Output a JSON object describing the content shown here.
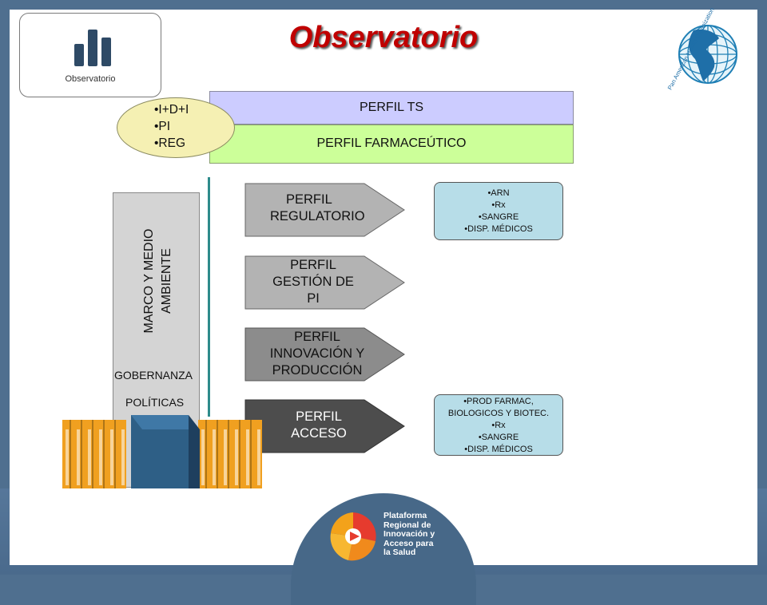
{
  "slide": {
    "title": "Observatorio",
    "icon_box": {
      "label": "Observatorio",
      "icon": "bar-chart-icon"
    },
    "paho_logo": {
      "text": "Pan American Health Organization",
      "icon": "paho-globe-logo"
    }
  },
  "top_bars": {
    "perfil_ts": "PERFIL TS",
    "perfil_farmaceutico": "PERFIL FARMACEÚTICO"
  },
  "ellipse": {
    "items": [
      "•I+D+I",
      "•PI",
      "•REG"
    ]
  },
  "left_column": {
    "marco_line1": "MARCO Y MEDIO",
    "marco_line2": "AMBIENTE",
    "gobernanza": "GOBERNANZA",
    "politicas": "POLÍTICAS"
  },
  "profiles": [
    {
      "line1": "PERFIL",
      "line2": "REGULATORIO",
      "line3": "",
      "fill": "#b3b3b3"
    },
    {
      "line1": "PERFIL",
      "line2": "GESTIÓN DE",
      "line3": "PI",
      "fill": "#b3b3b3"
    },
    {
      "line1": "PERFIL",
      "line2": "INNOVACIÓN Y",
      "line3": "PRODUCCIÓN",
      "fill": "#8c8c8c"
    },
    {
      "line1": "PERFIL",
      "line2": "ACCESO",
      "line3": "",
      "fill": "#4d4d4d"
    }
  ],
  "info_boxes": {
    "regulatorio": [
      "•ARN",
      "•Rx",
      "•SANGRE",
      "•DISP. MÉDICOS"
    ],
    "acceso": [
      "•PROD FARMAC,",
      "BIOLOGICOS Y BIOTEC.",
      "•Rx",
      "•SANGRE",
      "•DISP. MÉDICOS"
    ]
  },
  "footer_logo": {
    "lines": [
      "Plataforma",
      "Regional de",
      "Innovación y",
      "Acceso para",
      "la Salud"
    ],
    "icon": "plataforma-logo-icon"
  },
  "colors": {
    "frame": "#4f6f8f",
    "title": "#c00000",
    "perfil_ts_bar": "#ccccff",
    "perfil_far_bar": "#ccff99",
    "ellipse": "#f5f0b3",
    "info_box": "#b7dde8",
    "divider": "#2e8b8b"
  }
}
